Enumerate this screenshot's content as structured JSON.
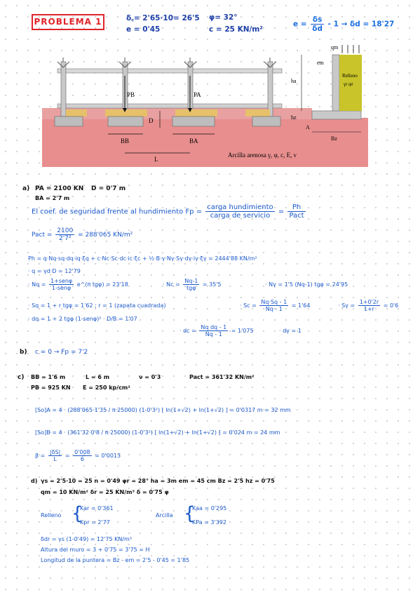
{
  "header": {
    "title": "PROBLEMA 1",
    "gamma": "δ꜀= 2'65·10= 26'5",
    "e": "e = 0'45",
    "phi": "φ= 32°",
    "c": "c = 25 KN/m²",
    "relation_label": "e =",
    "relation_num": "δs",
    "relation_den": "δd",
    "relation_tail": "- 1 → δd = 18'27"
  },
  "figure": {
    "labels": {
      "pb": "PB",
      "pa": "PA",
      "d": "D",
      "bb": "BB",
      "ba": "BA",
      "l": "L",
      "soil": "Arcilla arenosa γ, φ, c, E, ν",
      "qm": "qm",
      "em": "em",
      "ha": "ha",
      "hz": "hz",
      "a": "A",
      "bz": "Bz",
      "fill": "Relleno",
      "fill_props": "γr φr"
    }
  },
  "part_a": {
    "label": "a)",
    "pa": "PA = 2100 KN",
    "d": "D = 0'7 m",
    "ba": "BA = 2'7 m",
    "fs_text": "El coef. de seguridad frente al hundimiento Fp =",
    "fs_num": "carga hundimiento",
    "fs_den": "carga de servicio",
    "fs_eq": "=",
    "fs_num2": "Ph",
    "fs_den2": "Pact",
    "pact_label": "Pact =",
    "pact_num": "2100",
    "pact_den": "2'7²",
    "pact_result": "= 288'065 KN/m²",
    "ph_line": "Ph = q·Nq·sq·dq·iq·ξq + c·Nc·Sc·dc·ic·ξc + ½·B·γ·Nγ·Sγ·dγ·iγ·ξγ = 2444'88 KN/m²",
    "q_line": "· q = γd·D = 12'79",
    "nq_label": "· Nq =",
    "nq_num": "1+senφ",
    "nq_den": "1-senφ",
    "nq_tail": "e^(π tgφ) = 23'18",
    "nc_label": "· Nc =",
    "nc_num": "Nq-1",
    "nc_den": "tgφ",
    "nc_tail": "= 35'5",
    "ng_line": "· Nγ = 1'5 (Nq-1) tgφ = 24'95",
    "sq_line": "· Sq = 1 + r tgφ = 1'62   ; r = 1 (zapata cuadrada)",
    "sc_label": "· Sc =",
    "sc_num": "Nq·Sq - 1",
    "sc_den": "Nq - 1",
    "sc_tail": "= 1'64",
    "sg_label": "· Sγ =",
    "sg_num": "1+0'2r",
    "sg_den": "1+r",
    "sg_tail": "= 0'6",
    "dq_line": "· dq = 1 + 2 tgφ (1-senφ)² · D/B = 1'07",
    "dc_label": "· dc =",
    "dc_num": "Nq dq - 1",
    "dc_den": "Nq - 1",
    "dc_tail": "= 1'075",
    "dg_line": "· dγ = 1"
  },
  "part_b": {
    "label": "b)",
    "line": "c = 0   → Fp = 7'2"
  },
  "part_c": {
    "label": "c)",
    "bb": "BB = 1'6 m",
    "l": "L = 6 m",
    "nu": "ν = 0'3",
    "pact": "Pact = 361'32 KN/m²",
    "pb": "PB = 925 KN",
    "e": "E = 250 kp/cm²",
    "soa": "[So]A = 4 · (288'065·1'35 / π·25000) (1-0'3²) [ ln(1+√2) + ln(1+√2) ] = 0'0317 m = 32 mm",
    "sob": "[So]B = 4 · (361'32·0'8 / π·25000) (1-0'3²) [ ln(1+√2) + ln(1+√2) ] = 0'024 m = 24 mm",
    "beta_label": "β =",
    "beta_num": "|δS|",
    "beta_den": "L",
    "beta_mid": "=",
    "beta_num2": "0'008",
    "beta_den2": "6",
    "beta_tail": "= 0'0013"
  },
  "part_d": {
    "label": "d)",
    "line1": "γs = 2'5·10 = 25     n = 0'49     φr = 28°     ha = 3m     em = 45 cm     Bz = 2'5     hz = 0'75",
    "line2": "qm = 10 KN/m²          δr = 25 KN/m³          δ = 0'75 φ",
    "relleno": "Relleno",
    "kar": "Kar = 0'361",
    "kpr": "Kpr = 2'77",
    "arcilla": "Arcilla",
    "kaa": "Kaa = 0'295",
    "kpa": "KPa = 3'392",
    "gdr": "δdr = γs (1-0'49) = 12'75 KN/m³",
    "altura": "Altura del muro = 3 + 0'75 = 3'75 = H",
    "puntera": "Longitud de la puntera = Bz - em = 2'5 - 0'45 = 1'85"
  }
}
